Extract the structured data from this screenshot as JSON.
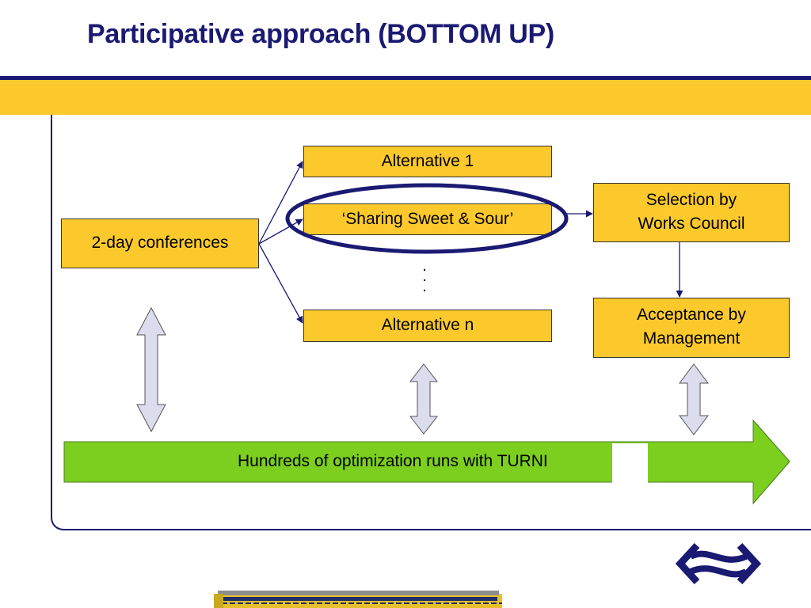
{
  "title": "Participative approach (BOTTOM UP)",
  "diagram": {
    "source": "2-day conferences",
    "alternatives": {
      "first": "Alternative 1",
      "highlighted": "‘Sharing Sweet & Sour’",
      "ellipsis": ".\n.\n.",
      "last": "Alternative n"
    },
    "selection": "Selection by\nWorks Council",
    "acceptance": "Acceptance by\nManagement",
    "banner": "Hundreds of optimization runs with TURNI"
  },
  "colors": {
    "navy": "#1a1a73",
    "box_fill": "#fcc92c",
    "banner_green": "#7ccf1f",
    "double_arrow_fill": "#dcdcef"
  },
  "icons": [
    "ns-logo-icon",
    "train-icon"
  ]
}
